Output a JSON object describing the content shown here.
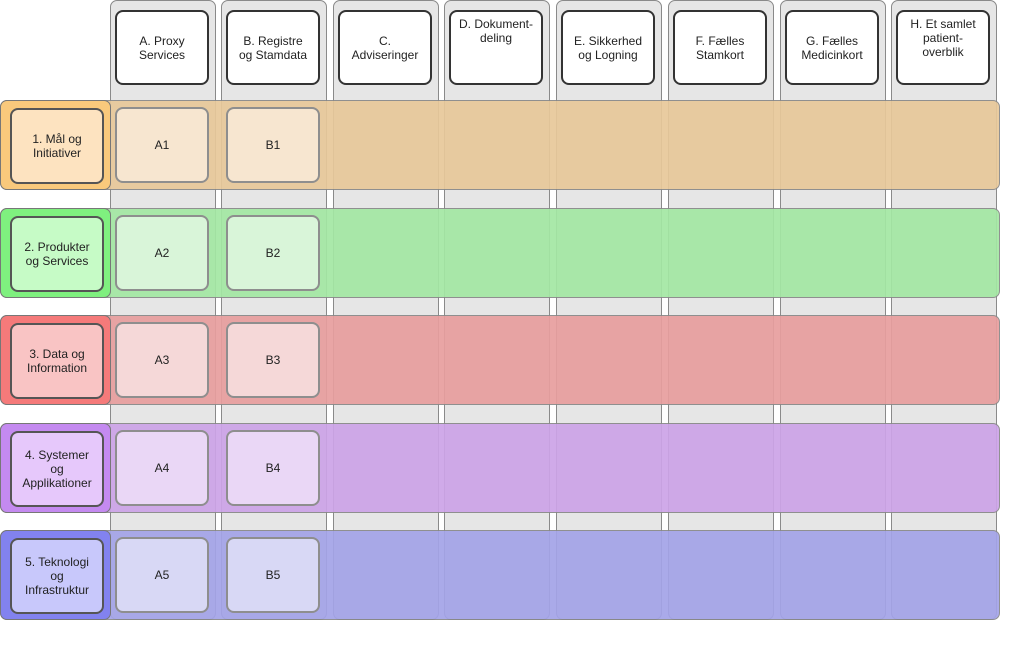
{
  "columns": [
    {
      "id": "A",
      "label": "A. Proxy\nServices"
    },
    {
      "id": "B",
      "label": "B. Registre\nog Stamdata"
    },
    {
      "id": "C",
      "label": "C.\nAdviseringer"
    },
    {
      "id": "D",
      "label": "D. Dokument-\ndeling"
    },
    {
      "id": "E",
      "label": "E. Sikkerhed\nog Logning"
    },
    {
      "id": "F",
      "label": "F. Fælles\nStamkort"
    },
    {
      "id": "G",
      "label": "G. Fælles\nMedicinkort"
    },
    {
      "id": "H",
      "label": "H. Et samlet\npatient-\noverblik"
    }
  ],
  "rows": [
    {
      "label": "1. Mål og\nInitiativer",
      "cells": [
        "A1",
        "B1"
      ],
      "colors": {
        "band": "#e8c89a",
        "head": "#f9c97c",
        "inner": "#fde3c0",
        "cell": "#f7e6d0"
      }
    },
    {
      "label": "2. Produkter\nog Services",
      "cells": [
        "A2",
        "B2"
      ],
      "colors": {
        "band": "#a3e8a3",
        "head": "#7ff07f",
        "inner": "#c6fbc6",
        "cell": "#d9f5d9"
      }
    },
    {
      "label": "3. Data og\nInformation",
      "cells": [
        "A3",
        "B3"
      ],
      "colors": {
        "band": "#e89e9e",
        "head": "#f57a7a",
        "inner": "#f9c4c4",
        "cell": "#f5d8d8"
      }
    },
    {
      "label": "4. Systemer\nog\nApplikationer",
      "cells": [
        "A4",
        "B4"
      ],
      "colors": {
        "band": "#cda3e8",
        "head": "#c48af0",
        "inner": "#e6c8fb",
        "cell": "#ead7f6"
      }
    },
    {
      "label": "5. Teknologi\nog\nInfrastruktur",
      "cells": [
        "A5",
        "B5"
      ],
      "colors": {
        "band": "#a3a3e8",
        "head": "#8282ef",
        "inner": "#c8c8fb",
        "cell": "#d8d8f5"
      }
    }
  ]
}
